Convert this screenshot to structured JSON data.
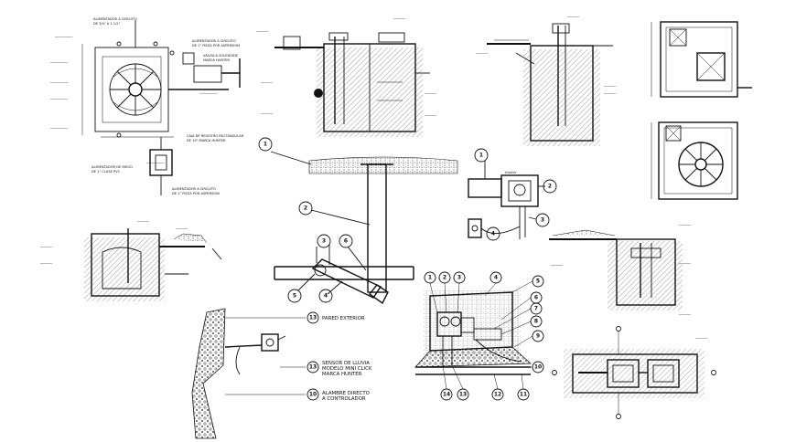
{
  "callouts": {
    "main": [
      "1",
      "2",
      "3",
      "5",
      "4",
      "6"
    ],
    "controller": [
      "1",
      "2",
      "3",
      "4"
    ],
    "valve_box": [
      "1",
      "2",
      "3",
      "4",
      "5",
      "6",
      "7",
      "8",
      "9",
      "10",
      "11",
      "12",
      "13",
      "14"
    ],
    "rain_sensor": [
      "13",
      "13",
      "10"
    ]
  },
  "labels": {
    "pared_exterior": "PARED EXTERIOR",
    "sensor_line1": "SENSOR DE LLUVIA",
    "sensor_line2": "MODELO MINI CLICK",
    "sensor_line3": "MARCA HUNTER",
    "alambre_line1": "ALAMBRE DIRECTO",
    "alambre_line2": "A CONTROLADOR",
    "caja_line1": "CAJA DE REGISTRO RECTANGULAR",
    "caja_line2": "DE 10\" MARCA HUNTER",
    "brand": "Hunter"
  },
  "notes": {
    "n1": "ALIMENTADOR A CIRCUITO",
    "n2": "DE 3/4\" A 1 1/2\"",
    "n3": "ALIMENTADOR A CIRCUITO",
    "n4": "DE 1\" PIEZA POR ASPERSION",
    "n5": "VALVULA SOLENOIDE",
    "n6": "MARCA HUNTER",
    "n7": "ALIMENTADOR AL CIRCUITO",
    "n8": "DE 1\" PIEZA POR ASPERSION",
    "n9": "ALIMENTADOR DE RIEGO",
    "n10": "DE 1\" CLASE PVC",
    "n11": "ALIMENTADOR A CIRCUITO",
    "n12": "DE 1\" PIEZA POR ASPERSION"
  }
}
